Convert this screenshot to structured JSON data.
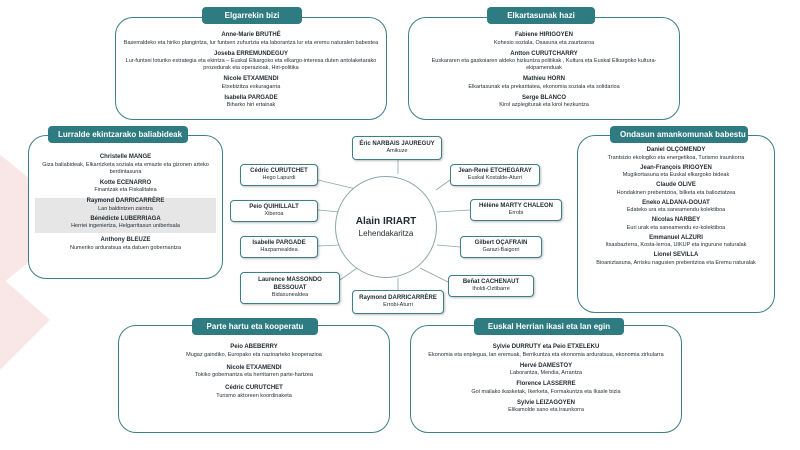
{
  "center": {
    "name": "Alain IRIART",
    "role": "Lehendakaritza"
  },
  "groups": [
    {
      "title": "Elgarrekin bizi",
      "members": [
        {
          "name": "Anne-Marie BRUTHÉ",
          "role": "Baserraldeko eta hiriko plangintza, lur funtsen zuhurtzia eta laborantza lur eta eremu naturalen babestea"
        },
        {
          "name": "Joseba ERREMUNDEGUY",
          "role": "Lur-funtsei loturiko estrategia eta ekintza – Euskal Elkargoko eta elkargo-interesa duten antolaketarako prozedurak eta operazioak, Hiri-politika"
        },
        {
          "name": "Nicole ETXAMENDI",
          "role": "Etxebizitza eskuragarria"
        },
        {
          "name": "Isabella PARGADE",
          "role": "Biharko hiri ertainak"
        }
      ]
    },
    {
      "title": "Elkartasunak hazi",
      "members": [
        {
          "name": "Fabiene HIRIGOYEN",
          "role": "Kohesio soziala, Osasuna eta zaurtzaroa"
        },
        {
          "name": "Antton CURUTCHARRY",
          "role": "Euskararen eta gaskoiaren aldeko hizkuntza politikak , Kultura eta Euskal Elkargoko kultura-ekipamenduak"
        },
        {
          "name": "Mathieu HORN",
          "role": "Elkartasunak eta prekaritatea, ekonomia soziala eta solidarioa"
        },
        {
          "name": "Serge BLANCO",
          "role": "Kirol azpiegiturak eta kirol hezkuntza"
        }
      ]
    },
    {
      "title": "Lurralde ekintzarako baliabideak",
      "members": [
        {
          "name": "Christelle MANGE",
          "role": "Giza baliabideak, Elkarrizketa soziala eta emazte eta gizonen arteko berdintasuna"
        },
        {
          "name": "Kotte ECENARRO",
          "role": "Finantzak eta Fiskalitatea"
        },
        {
          "name": "Raymond DARRICARRÈRE",
          "role": "Lan baldintzen zaintza"
        },
        {
          "name": "Bénédicte LUBERRIAGA",
          "role": "Herriei ingeniertza, Helgarritasun unibertsala"
        },
        {
          "name": "Anthony BLEUZE",
          "role": "Numeriko arduratsua eta datuen gobernantza"
        }
      ]
    },
    {
      "title": "Ondasun amankomunak babestu",
      "members": [
        {
          "name": "Daniel OLÇOMENDY",
          "role": "Trantsizio ekologiko eta energetikoa, Turismo iraunkorra"
        },
        {
          "name": "Jean-François IRIGOYEN",
          "role": "Mugikortasuna eta Euskal elkargoko bideak"
        },
        {
          "name": "Claude OLIVE",
          "role": "Hondakinen prebentzioa, bilketa eta balioztatzea"
        },
        {
          "name": "Eneko ALDANA-DOUAT",
          "role": "Edateko ura eta saneamendu kolektiboa"
        },
        {
          "name": "Nicolas NARBEY",
          "role": "Euri urak eta saneamendu ez-kolektiboa"
        },
        {
          "name": "Emmanuel ALZURI",
          "role": "Itsasbazterra, Kosta-lerroa, UIKUP eta ingurune naturalak"
        },
        {
          "name": "Lionel SEVILLA",
          "role": "Bioaniztasuna, Arrisku nagusien prebentzioa eta Eremu naturalak"
        }
      ]
    },
    {
      "title": "Parte hartu eta kooperatu",
      "members": [
        {
          "name": "Peio ABEBERRY",
          "role": "Mugaz gaindiko, Europako eta nazioarteko kooperazioa"
        },
        {
          "name": "Nicole ETXAMENDI",
          "role": "Tokiko gobernantza eta herritarren parte-hartzea"
        },
        {
          "name": "Cédric CURUTCHET",
          "role": "Turismo aktoreen koordinaketa"
        }
      ]
    },
    {
      "title": "Euskal Herrian ikasi eta lan egin",
      "members": [
        {
          "name": "Sylvie DURRUTY eta Peio ETXELEKU",
          "role": "Ekonomia eta enplegua, lan eremuak, Berrikuntza eta ekonomia arduratsua, ekonomia zirkularra"
        },
        {
          "name": "Hervé DAMESTOY",
          "role": "Laborantza, Mendia, Arrantza"
        },
        {
          "name": "Florence LASSERRE",
          "role": "Goi mailako ikasketak, Ikerketa, Formakuntza eta Ikasle bizia"
        },
        {
          "name": "Sylvie LEIZAGOYEN",
          "role": "Elikamolde sano eta iraunkorra"
        }
      ]
    }
  ],
  "inner": [
    {
      "name": "Éric NARBAIS JAUREGUY",
      "role": "Amikuze"
    },
    {
      "name": "Cédric CURUTCHET",
      "role": "Hego Lapurdi"
    },
    {
      "name": "Jean-René ETCHEGARAY",
      "role": "Euskal Kostalde-Aturri"
    },
    {
      "name": "Peio QUIHILLALT",
      "role": "Xiberoa"
    },
    {
      "name": "Hélène MARTY CHALEON",
      "role": "Errobi"
    },
    {
      "name": "Isabelle PARGADE",
      "role": "Hazparnealdea"
    },
    {
      "name": "Gilbert OÇAFRAIN",
      "role": "Garazi-Baigorri"
    },
    {
      "name": "Laurence MASSONDO BESSOUAT",
      "role": "Bidaxunealdea"
    },
    {
      "name": "Beñat CACHENAUT",
      "role": "Iholdi-Oztibarre"
    },
    {
      "name": "Raymond DARRICARRÈRE",
      "role": "Errobi-Aturri"
    }
  ]
}
